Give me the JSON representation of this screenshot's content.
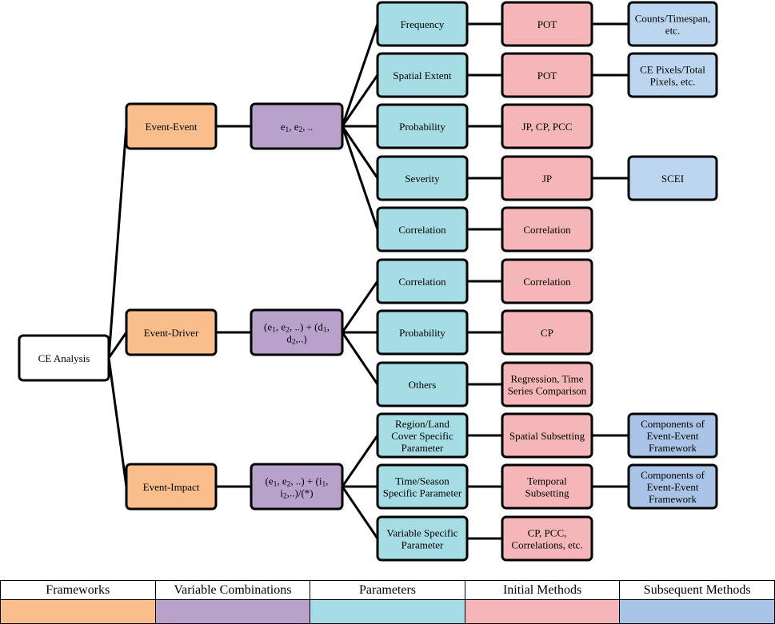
{
  "colors": {
    "framework": "#f9be8c",
    "combination": "#b8a2cc",
    "parameter": "#a6dde5",
    "initial": "#f5b6b9",
    "subsequent": "#bdd6ef",
    "subsequent_dark": "#a9c4e6",
    "root": "#ffffff"
  },
  "nodes": {
    "root": {
      "lines": [
        [
          {
            "t": "CE Analysis"
          }
        ]
      ]
    },
    "fw_event_event": {
      "lines": [
        [
          {
            "t": "Event-Event"
          }
        ]
      ]
    },
    "fw_event_driver": {
      "lines": [
        [
          {
            "t": "Event-Driver"
          }
        ]
      ]
    },
    "fw_event_impact": {
      "lines": [
        [
          {
            "t": "Event-Impact"
          }
        ]
      ]
    },
    "vc_ee": {
      "lines": [
        [
          {
            "t": "e"
          },
          {
            "t": "1",
            "sub": true
          },
          {
            "t": ", e"
          },
          {
            "t": "2",
            "sub": true
          },
          {
            "t": ", .."
          }
        ]
      ]
    },
    "vc_ed": {
      "lines": [
        [
          {
            "t": "(e"
          },
          {
            "t": "1",
            "sub": true
          },
          {
            "t": ", e"
          },
          {
            "t": "2",
            "sub": true
          },
          {
            "t": ", ..) + (d"
          },
          {
            "t": "1",
            "sub": true
          },
          {
            "t": ","
          }
        ],
        [
          {
            "t": "d"
          },
          {
            "t": "2",
            "sub": true
          },
          {
            "t": ",..)"
          }
        ]
      ]
    },
    "vc_ei": {
      "lines": [
        [
          {
            "t": "(e"
          },
          {
            "t": "1",
            "sub": true
          },
          {
            "t": ", e"
          },
          {
            "t": "2",
            "sub": true
          },
          {
            "t": ", ..) + (i"
          },
          {
            "t": "1",
            "sub": true
          },
          {
            "t": ","
          }
        ],
        [
          {
            "t": "i"
          },
          {
            "t": "2",
            "sub": true
          },
          {
            "t": ",..)/(*)"
          }
        ]
      ]
    },
    "p_frequency": {
      "lines": [
        [
          {
            "t": "Frequency"
          }
        ]
      ]
    },
    "p_spatial_extent": {
      "lines": [
        [
          {
            "t": "Spatial Extent"
          }
        ]
      ]
    },
    "p_probability_1": {
      "lines": [
        [
          {
            "t": "Probability"
          }
        ]
      ]
    },
    "p_severity": {
      "lines": [
        [
          {
            "t": "Severity"
          }
        ]
      ]
    },
    "p_correlation_1": {
      "lines": [
        [
          {
            "t": "Correlation"
          }
        ]
      ]
    },
    "p_correlation_2": {
      "lines": [
        [
          {
            "t": "Correlation"
          }
        ]
      ]
    },
    "p_probability_2": {
      "lines": [
        [
          {
            "t": "Probability"
          }
        ]
      ]
    },
    "p_others": {
      "lines": [
        [
          {
            "t": "Others"
          }
        ]
      ]
    },
    "p_region": {
      "lines": [
        [
          {
            "t": "Region/Land"
          }
        ],
        [
          {
            "t": "Cover Specific"
          }
        ],
        [
          {
            "t": "Parameter"
          }
        ]
      ]
    },
    "p_time": {
      "lines": [
        [
          {
            "t": "Time/Season"
          }
        ],
        [
          {
            "t": "Specific Parameter"
          }
        ]
      ]
    },
    "p_variable": {
      "lines": [
        [
          {
            "t": "Variable Specific"
          }
        ],
        [
          {
            "t": "Parameter"
          }
        ]
      ]
    },
    "m_pot_1": {
      "lines": [
        [
          {
            "t": "POT"
          }
        ]
      ]
    },
    "m_pot_2": {
      "lines": [
        [
          {
            "t": "POT"
          }
        ]
      ]
    },
    "m_jp_cp_pcc": {
      "lines": [
        [
          {
            "t": "JP, CP, PCC"
          }
        ]
      ]
    },
    "m_jp": {
      "lines": [
        [
          {
            "t": "JP"
          }
        ]
      ]
    },
    "m_correlation_1": {
      "lines": [
        [
          {
            "t": "Correlation"
          }
        ]
      ]
    },
    "m_correlation_2": {
      "lines": [
        [
          {
            "t": "Correlation"
          }
        ]
      ]
    },
    "m_cp": {
      "lines": [
        [
          {
            "t": "CP"
          }
        ]
      ]
    },
    "m_regression": {
      "lines": [
        [
          {
            "t": "Regression, Time"
          }
        ],
        [
          {
            "t": "Series Comparison"
          }
        ]
      ]
    },
    "m_spatial_subsetting": {
      "lines": [
        [
          {
            "t": "Spatial Subsetting"
          }
        ]
      ]
    },
    "m_temporal_subsetting": {
      "lines": [
        [
          {
            "t": "Temporal"
          }
        ],
        [
          {
            "t": "Subsetting"
          }
        ]
      ]
    },
    "m_cp_pcc_corr": {
      "lines": [
        [
          {
            "t": "CP, PCC,"
          }
        ],
        [
          {
            "t": "Correlations, etc."
          }
        ]
      ]
    },
    "s_counts": {
      "lines": [
        [
          {
            "t": "Counts/Timespan,"
          }
        ],
        [
          {
            "t": "etc."
          }
        ]
      ]
    },
    "s_ce_pixels": {
      "lines": [
        [
          {
            "t": "CE Pixels/Total"
          }
        ],
        [
          {
            "t": "Pixels, etc."
          }
        ]
      ]
    },
    "s_scei": {
      "lines": [
        [
          {
            "t": "SCEI"
          }
        ]
      ]
    },
    "s_components_1": {
      "lines": [
        [
          {
            "t": "Components of"
          }
        ],
        [
          {
            "t": "Event-Event"
          }
        ],
        [
          {
            "t": "Framework"
          }
        ]
      ]
    },
    "s_components_2": {
      "lines": [
        [
          {
            "t": "Components of"
          }
        ],
        [
          {
            "t": "Event-Event"
          }
        ],
        [
          {
            "t": "Framework"
          }
        ]
      ]
    }
  },
  "legend": [
    {
      "label": "Frameworks",
      "color": "#f9be8c"
    },
    {
      "label": "Variable Combinations",
      "color": "#b8a2cc"
    },
    {
      "label": "Parameters",
      "color": "#a6dde5"
    },
    {
      "label": "Initial Methods",
      "color": "#f5b6b9"
    },
    {
      "label": "Subsequent Methods",
      "color": "#a9c4e6"
    }
  ]
}
